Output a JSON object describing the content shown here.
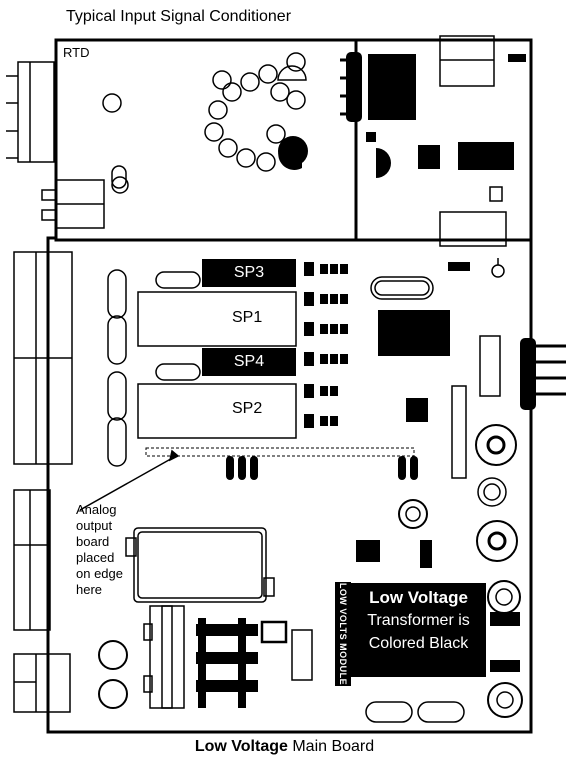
{
  "captions": {
    "top": "Typical Input Signal Conditioner",
    "bottom_bold": "Low Voltage",
    "bottom_rest": " Main Board"
  },
  "labels": {
    "rtd": "RTD",
    "sp1": "SP1",
    "sp2": "SP2",
    "sp3": "SP3",
    "sp4": "SP4",
    "note_lines": [
      "Analog",
      "output",
      "board",
      "placed",
      "on edge",
      "here"
    ],
    "low_volts_module": "LOW VOLTS MODULE",
    "transformer_line1": "Low Voltage",
    "transformer_line2": "Transformer is",
    "transformer_line3": "Colored Black"
  }
}
